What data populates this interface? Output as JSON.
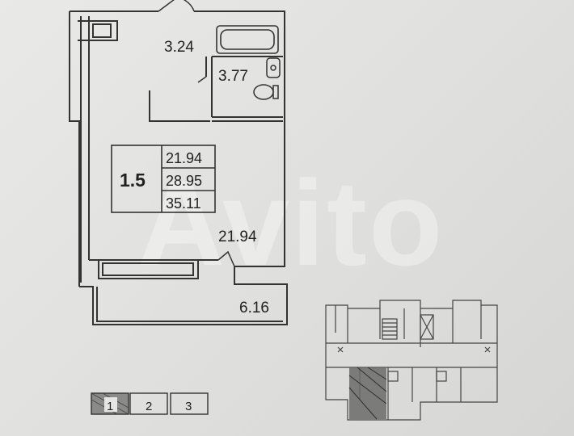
{
  "plan": {
    "room_areas": {
      "hall": "3.24",
      "bathroom": "3.77",
      "living": "21.94",
      "balcony": "6.16"
    },
    "summary": {
      "rooms": "1.5",
      "living_area": "21.94",
      "total_area": "28.95",
      "total_with_balcony": "35.11"
    }
  },
  "floor_selector": {
    "items": [
      "1",
      "2",
      "3"
    ],
    "selected": "1"
  },
  "watermark": "Avito"
}
